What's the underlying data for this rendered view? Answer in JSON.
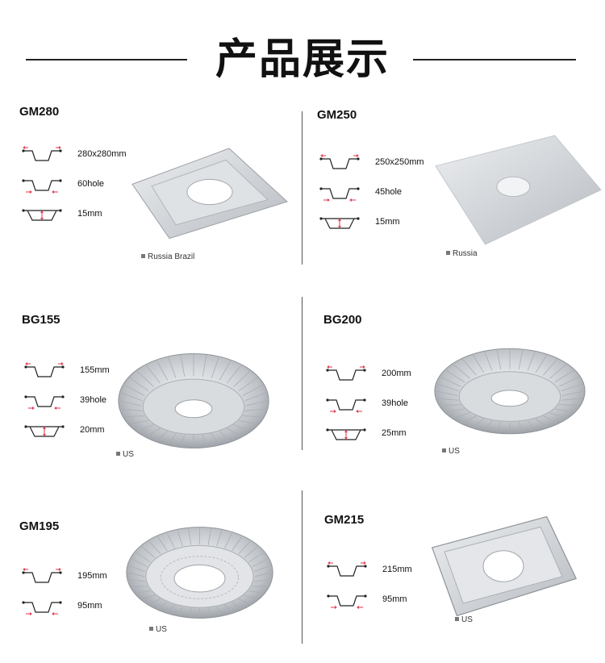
{
  "page": {
    "title": "产品展示"
  },
  "products": [
    {
      "model": "GM280",
      "specs": [
        "280x280mm",
        "60hole",
        "15mm"
      ],
      "market": "Russia Brazil"
    },
    {
      "model": "GM250",
      "specs": [
        "250x250mm",
        "45hole",
        "15mm"
      ],
      "market": "Russia"
    },
    {
      "model": "BG155",
      "specs": [
        "155mm",
        "39hole",
        "20mm"
      ],
      "market": "US"
    },
    {
      "model": "BG200",
      "specs": [
        "200mm",
        "39hole",
        "25mm"
      ],
      "market": "US"
    },
    {
      "model": "GM195",
      "specs": [
        "195mm",
        "95mm"
      ],
      "market": "US"
    },
    {
      "model": "GM215",
      "specs": [
        "215mm",
        "95mm"
      ],
      "market": "US"
    }
  ],
  "icons": {
    "outer_diameter": "outer-diameter-icon",
    "hole_diameter": "hole-diameter-icon",
    "depth": "depth-icon"
  },
  "colors": {
    "accent": "#e0314a",
    "line": "#222222",
    "foil": "#c9ccd1"
  }
}
